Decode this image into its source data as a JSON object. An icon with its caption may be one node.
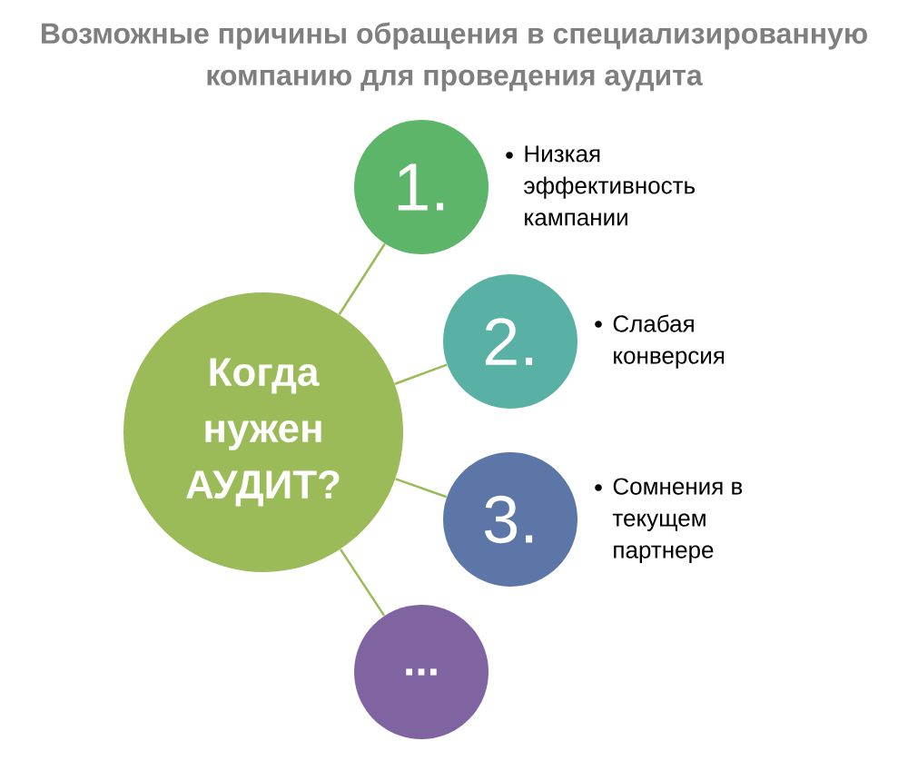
{
  "diagram": {
    "title": "Возможные причины обращения в специализированную компанию для проведения аудита",
    "nodes": [
      {
        "text": [
          "Когда нужен АУДИТ?"
        ]
      },
      {
        "text": [
          "1."
        ],
        "beside": [
          "Низкая эффективность кампании"
        ]
      },
      {
        "text": [
          "2."
        ],
        "beside": [
          "Слабая конверсия"
        ]
      },
      {
        "text": [
          "3."
        ],
        "beside": [
          "Сомнения в текущем партнере"
        ]
      },
      {
        "text": [
          "..."
        ]
      }
    ],
    "edges": [
      {
        "from": 0,
        "to": 1,
        "arrow": "none"
      },
      {
        "from": 0,
        "to": 2,
        "arrow": "none"
      },
      {
        "from": 0,
        "to": 3,
        "arrow": "none"
      },
      {
        "from": 0,
        "to": 4,
        "arrow": "none"
      }
    ]
  }
}
